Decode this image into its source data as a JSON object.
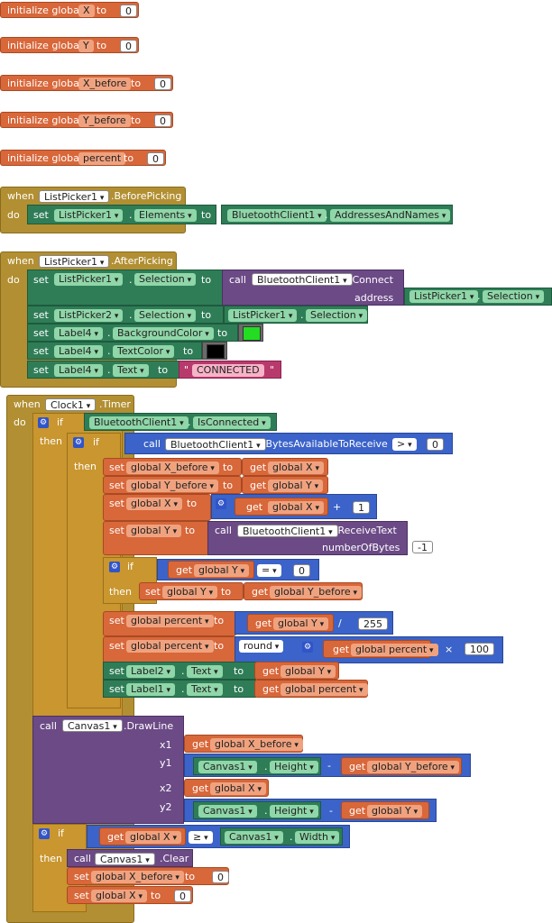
{
  "globals": [
    {
      "kw": "initialize global",
      "name": "X",
      "to": "to",
      "value": "0"
    },
    {
      "kw": "initialize global",
      "name": "Y",
      "to": "to",
      "value": "0"
    },
    {
      "kw": "initialize global",
      "name": "X_before",
      "to": "to",
      "value": "0"
    },
    {
      "kw": "initialize global",
      "name": "Y_before",
      "to": "to",
      "value": "0"
    },
    {
      "kw": "initialize global",
      "name": "percent",
      "to": "to",
      "value": "0"
    }
  ],
  "kw": {
    "when": "when",
    "do": "do",
    "set": "set",
    "to": "to",
    "call": "call",
    "if": "if",
    "then": "then",
    "get": "get",
    "dot": "."
  },
  "event1": {
    "component": "ListPicker1",
    "event": ".BeforePicking",
    "set_comp": "ListPicker1",
    "set_prop": "Elements",
    "src_comp": "BluetoothClient1",
    "src_prop": "AddressesAndNames"
  },
  "event2": {
    "component": "ListPicker1",
    "event": ".AfterPicking",
    "s1_comp": "ListPicker1",
    "s1_prop": "Selection",
    "call_comp": "BluetoothClient1",
    "call_method": ".Connect",
    "arg_label": "address",
    "arg_comp": "ListPicker1",
    "arg_prop": "Selection",
    "s2_comp": "ListPicker2",
    "s2_prop": "Selection",
    "s2_src_comp": "ListPicker1",
    "s2_src_prop": "Selection",
    "s3_comp": "Label4",
    "s3_prop": "BackgroundColor",
    "s4_comp": "Label4",
    "s4_prop": "TextColor",
    "s5_comp": "Label4",
    "s5_prop": "Text",
    "s5_val": "CONNECTED",
    "colors": {
      "green": "#22dd22",
      "black": "#000000"
    }
  },
  "event3": {
    "component": "Clock1",
    "event": ".Timer",
    "if1_comp": "BluetoothClient1",
    "if1_prop": "IsConnected",
    "if2_comp": "BluetoothClient1",
    "if2_method": ".BytesAvailableToReceive",
    "if2_op": ">",
    "if2_val": "0",
    "xb_name": "global X_before",
    "xb_src": "global X",
    "yb_name": "global Y_before",
    "yb_src": "global Y",
    "sx_name": "global X",
    "sx_src": "global X",
    "sx_op": "+",
    "sx_val": "1",
    "sy_name": "global Y",
    "sy_comp": "BluetoothClient1",
    "sy_method": ".ReceiveText",
    "sy_arg": "numberOfBytes",
    "sy_val": "-1",
    "if3_var": "global Y",
    "if3_op": "=",
    "if3_val": "0",
    "if3_set": "global Y",
    "if3_src": "global Y_before",
    "p1_name": "global percent",
    "p1_src": "global Y",
    "p1_op": "/",
    "p1_val": "255",
    "p2_name": "global percent",
    "p2_func": "round",
    "p2_src": "global percent",
    "p2_op": "×",
    "p2_val": "100",
    "l2_comp": "Label2",
    "l2_prop": "Text",
    "l2_src": "global Y",
    "l1_comp": "Label1",
    "l1_prop": "Text",
    "l1_src": "global percent",
    "draw_comp": "Canvas1",
    "draw_method": ".DrawLine",
    "x1": "x1",
    "x1_src": "global X_before",
    "y1": "y1",
    "y1_comp": "Canvas1",
    "y1_prop": "Height",
    "y1_op": "-",
    "y1_src": "global Y_before",
    "x2": "x2",
    "x2_src": "global X",
    "y2": "y2",
    "y2_comp": "Canvas1",
    "y2_prop": "Height",
    "y2_op": "-",
    "y2_src": "global Y",
    "if4_var": "global X",
    "if4_op": "≥",
    "if4_comp": "Canvas1",
    "if4_prop": "Width",
    "clear_comp": "Canvas1",
    "clear_method": ".Clear",
    "c1_name": "global X_before",
    "c1_val": "0",
    "c2_name": "global X",
    "c2_val": "0"
  }
}
